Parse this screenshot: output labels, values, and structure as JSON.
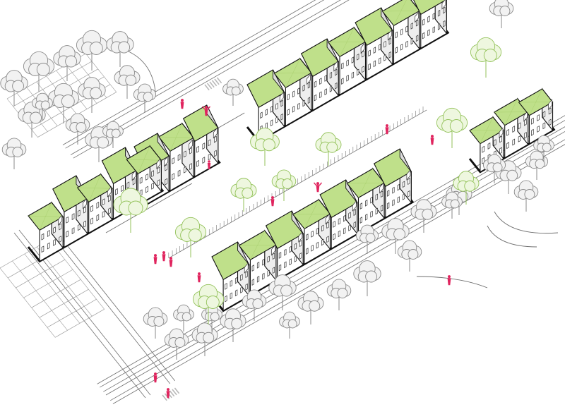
{
  "colors": {
    "background": "#ffffff",
    "line": "#6e6e6e",
    "outline": "#111111",
    "roof_green": "#bfe08a",
    "roof_green_dark": "#a9cf6e",
    "wall": "#ffffff",
    "facade_shade": "#eeeeee",
    "tree_grey_fill": "#f2f2f2",
    "tree_grey_line": "#8a8a8a",
    "tree_green_line": "#93c25a",
    "tree_green_fill": "#eef7df",
    "people": "#e0245e",
    "parking_line": "#9a9a9a"
  },
  "icons": {
    "people": "person-figure-icon",
    "grey_tree": "deciduous-tree-icon",
    "green_tree": "highlighted-tree-icon",
    "house": "house-block-icon"
  },
  "scene": {
    "house_count": 30,
    "grey_tree_count": 40,
    "green_tree_count": 9,
    "people_count": 14
  }
}
